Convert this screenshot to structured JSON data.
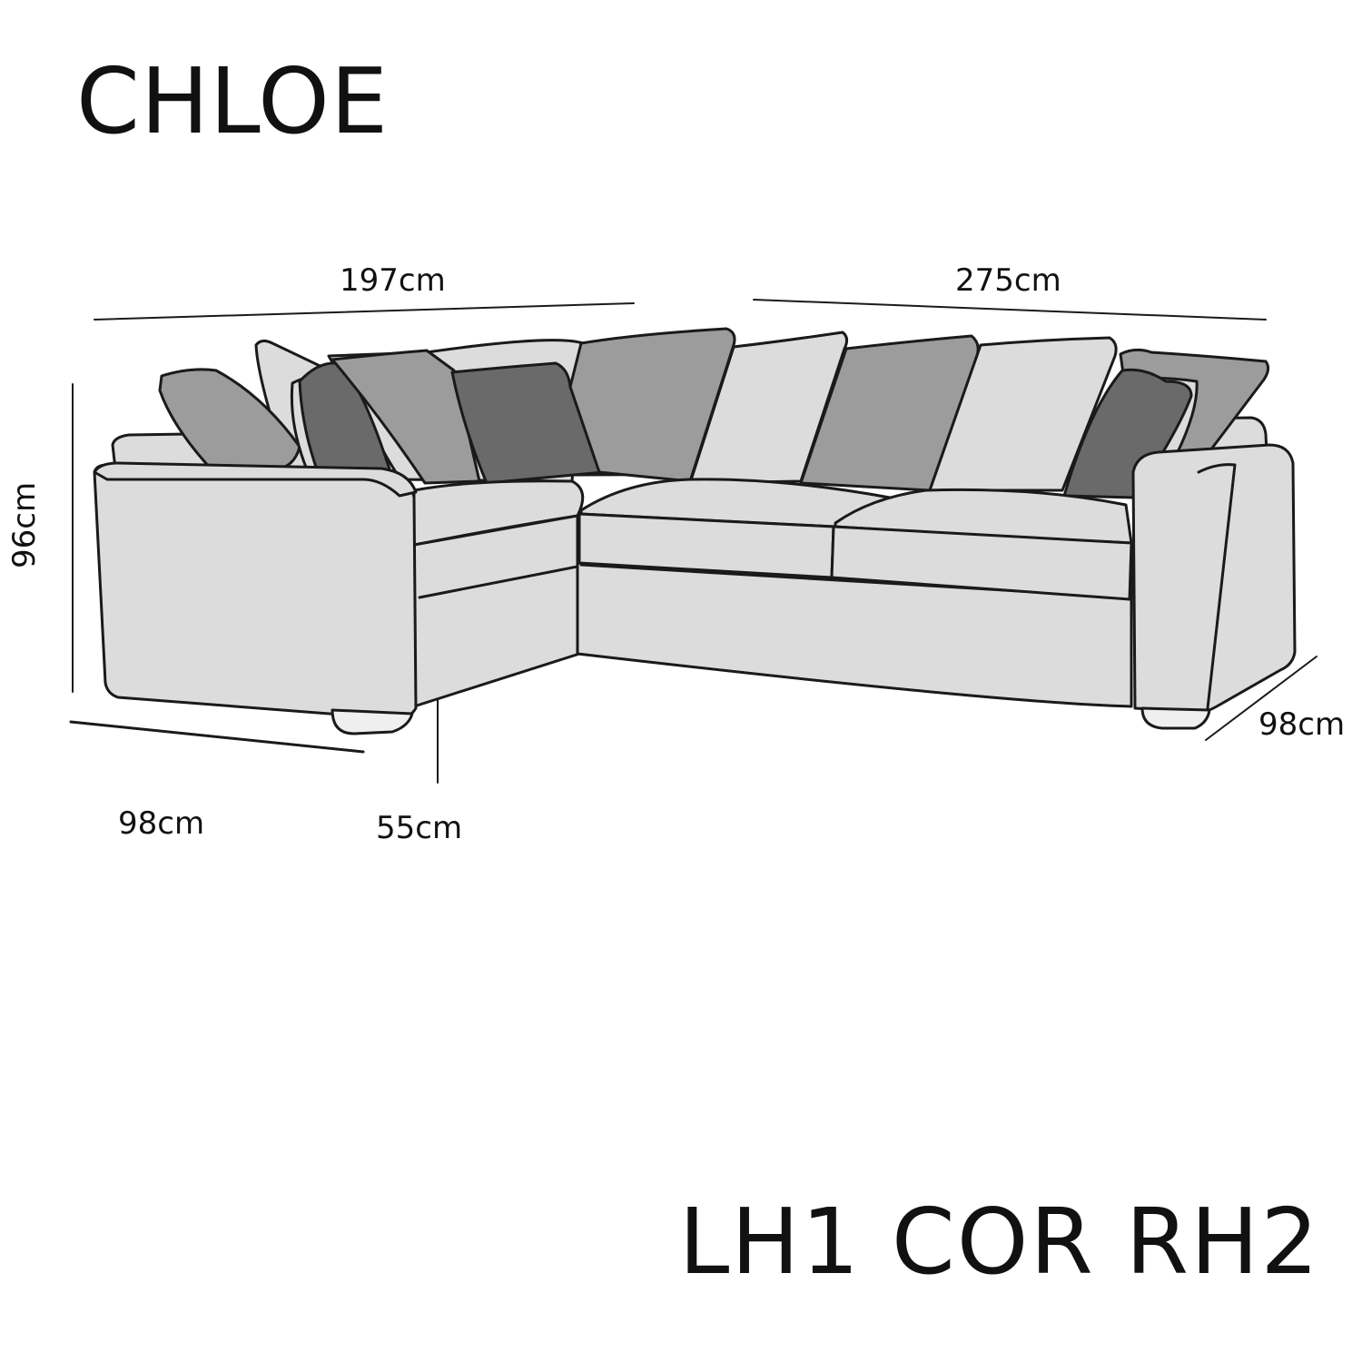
{
  "product": {
    "name": "CHLOE",
    "configuration": "LH1 COR RH2"
  },
  "dimensions": {
    "left_width": "197cm",
    "right_width": "275cm",
    "height": "96cm",
    "left_depth": "98cm",
    "seat_height": "55cm",
    "right_depth": "98cm"
  },
  "colors": {
    "outline": "#1a1a1a",
    "fabric_light": "#dcdcdc",
    "cushion_mid": "#9c9c9c",
    "cushion_dark": "#6a6a6a",
    "feet": "#efefef"
  }
}
